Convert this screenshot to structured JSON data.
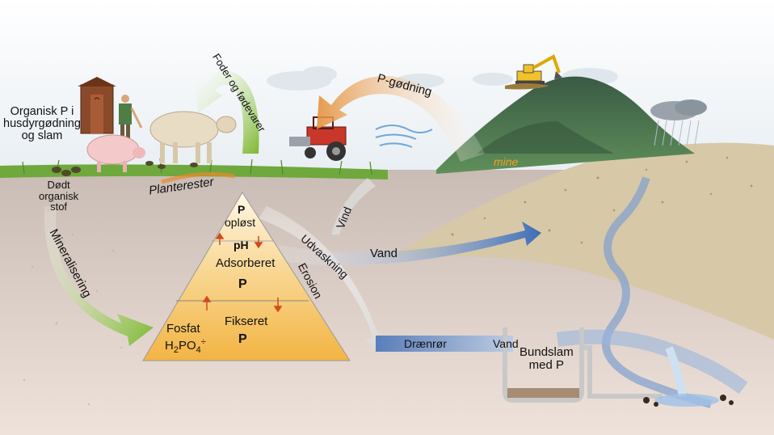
{
  "labels": {
    "organisk_p": "Organisk P i\nhusdyrgødning\nog slam",
    "dodt_organisk": "Dødt\norganisk\nstof",
    "mineralisering": "Mineralisering",
    "planterester": "Planterester",
    "foder": "Foder og fødevarer",
    "p_godning": "P-gødning",
    "mine": "mine",
    "vind": "Vind",
    "vand_right": "Vand",
    "udvaskning": "Udvaskning",
    "erosion": "Erosion",
    "draenror": "Drænrør",
    "vand_bottom": "Vand",
    "bundslam": "Bundslam\nmed P",
    "pyramid_top_p": "P",
    "pyramid_top_oplost": "opløst",
    "pyramid_ph": "pH",
    "pyramid_adsorberet": "Adsorberet",
    "pyramid_adsorberet_p": "P",
    "pyramid_fikseret": "Fikseret",
    "pyramid_fikseret_p": "P",
    "fosfat": "Fosfat",
    "fosfat_formula_h": "H",
    "fosfat_formula_2": "2",
    "fosfat_formula_po": "PO",
    "fosfat_formula_4": "4",
    "fosfat_formula_charge": "÷"
  },
  "icons": [
    "outhouse-icon",
    "farmer-icon",
    "pig-icon",
    "cow-icon",
    "tractor-icon",
    "excavator-icon",
    "rain-cloud-icon",
    "wind-swirl-icon",
    "pipe-icon",
    "waterfall-icon"
  ],
  "colors": {
    "green_arrow": "#8dc63f",
    "orange_arrow": "#f0a04b",
    "blue_arrow": "#4a74b8",
    "grey_arrow": "#c8c8c8",
    "pyramid": "#f5c060",
    "mine_text": "#f0a020"
  }
}
